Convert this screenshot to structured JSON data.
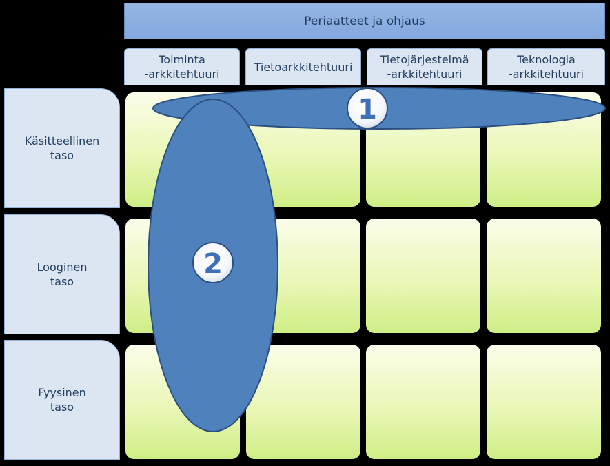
{
  "header": {
    "title": "Periaatteet ja ohjaus"
  },
  "columns": [
    {
      "line1": "Toiminta",
      "line2": "-arkkitehtuuri"
    },
    {
      "line1": "Tietoarkkitehtuuri",
      "line2": ""
    },
    {
      "line1": "Tietojärjestelmä",
      "line2": "-arkkitehtuuri"
    },
    {
      "line1": "Teknologia",
      "line2": "-arkkitehtuuri"
    }
  ],
  "rows": [
    {
      "line1": "Käsitteellinen",
      "line2": "taso"
    },
    {
      "line1": "Looginen",
      "line2": "taso"
    },
    {
      "line1": "Fyysinen",
      "line2": "taso"
    }
  ],
  "markers": {
    "horizontal": "1",
    "vertical": "2"
  },
  "colors": {
    "background": "#000000",
    "header": "#8db4e2",
    "label_fill": "#dce6f2",
    "ellipse": "#4f81bd",
    "cell_gradient_bottom": "#cfee86"
  }
}
